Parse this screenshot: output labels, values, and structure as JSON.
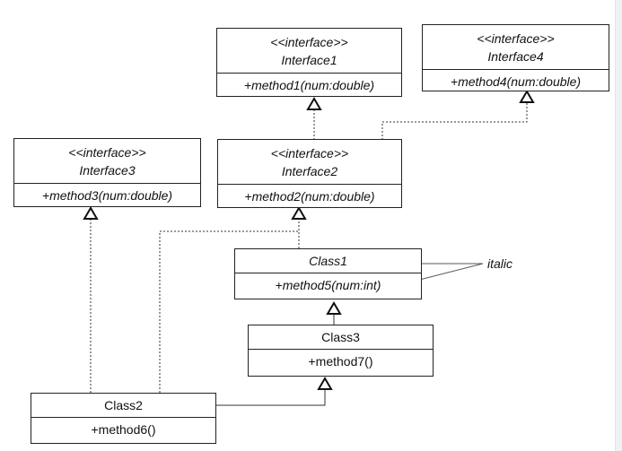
{
  "interface1": {
    "stereotype": "<<interface>>",
    "name": "Interface1",
    "method": "+method1(num:double)"
  },
  "interface4": {
    "stereotype": "<<interface>>",
    "name": "Interface4",
    "method": "+method4(num:double)"
  },
  "interface3": {
    "stereotype": "<<interface>>",
    "name": "Interface3",
    "method": "+method3(num:double)"
  },
  "interface2": {
    "stereotype": "<<interface>>",
    "name": "Interface2",
    "method": "+method2(num:double)"
  },
  "class1": {
    "name": "Class1",
    "method": "+method5(num:int)"
  },
  "class3": {
    "name": "Class3",
    "method": "+method7()"
  },
  "class2": {
    "name": "Class2",
    "method": "+method6()"
  },
  "annotation": {
    "text": "italic"
  }
}
